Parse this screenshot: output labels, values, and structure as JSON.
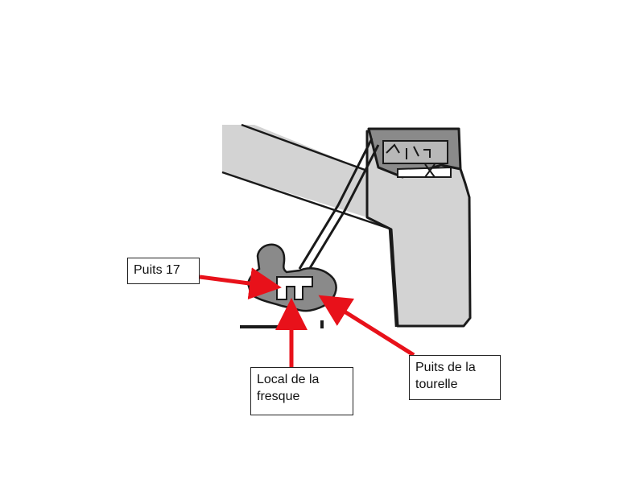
{
  "labels": {
    "puits_17": "Puits 17",
    "local_fresque": "Local de la\nfresque",
    "puits_tourelle": "Puits de la\ntourelle"
  },
  "colors": {
    "background": "#ffffff",
    "floor_fill": "#d3d3d3",
    "wall_line": "#1a1a1a",
    "stone_fill": "#8a8a8a",
    "arrow": "#e8111a"
  }
}
